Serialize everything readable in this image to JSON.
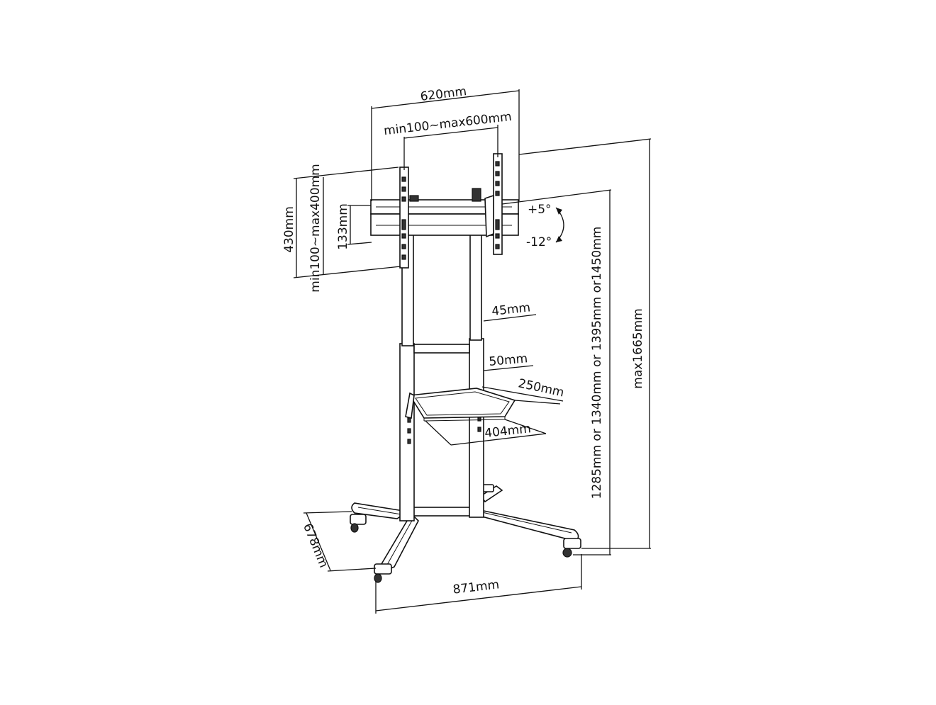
{
  "diagram": {
    "dimensions": {
      "overall_width": "620mm",
      "vesa_horizontal": "min100~max600mm",
      "bracket_height": "430mm",
      "vesa_vertical": "min100~max400mm",
      "bar_height": "133mm",
      "tilt_up": "+5°",
      "tilt_down": "-12°",
      "upper_tube": "45mm",
      "lower_tube": "50mm",
      "shelf_depth": "250mm",
      "shelf_width": "404mm",
      "mount_heights": "1285mm or 1340mm or 1395mm or1450mm",
      "max_height": "max1665mm",
      "base_depth": "678mm",
      "base_width": "871mm"
    }
  }
}
